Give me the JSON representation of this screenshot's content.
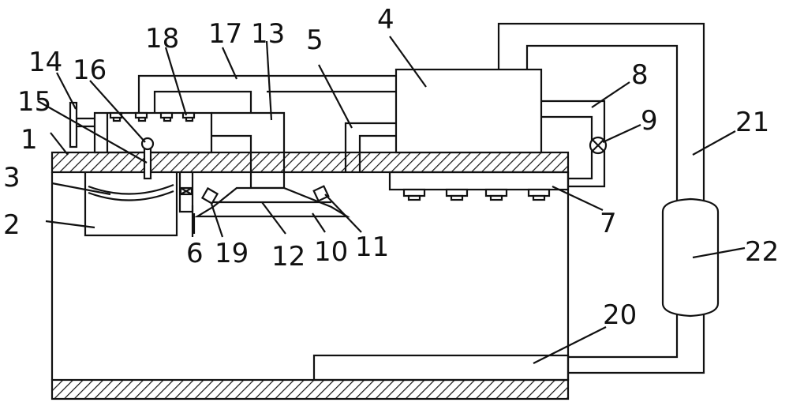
{
  "labels": {
    "n1": "1",
    "n2": "2",
    "n3": "3",
    "n4": "4",
    "n5": "5",
    "n6": "6",
    "n7": "7",
    "n8": "8",
    "n9": "9",
    "n10": "10",
    "n11": "11",
    "n12": "12",
    "n13": "13",
    "n14": "14",
    "n15": "15",
    "n16": "16",
    "n17": "17",
    "n18": "18",
    "n19": "19",
    "n20": "20",
    "n21": "21",
    "n22": "22"
  },
  "colors": {
    "line": "#111111",
    "background": "#ffffff"
  }
}
